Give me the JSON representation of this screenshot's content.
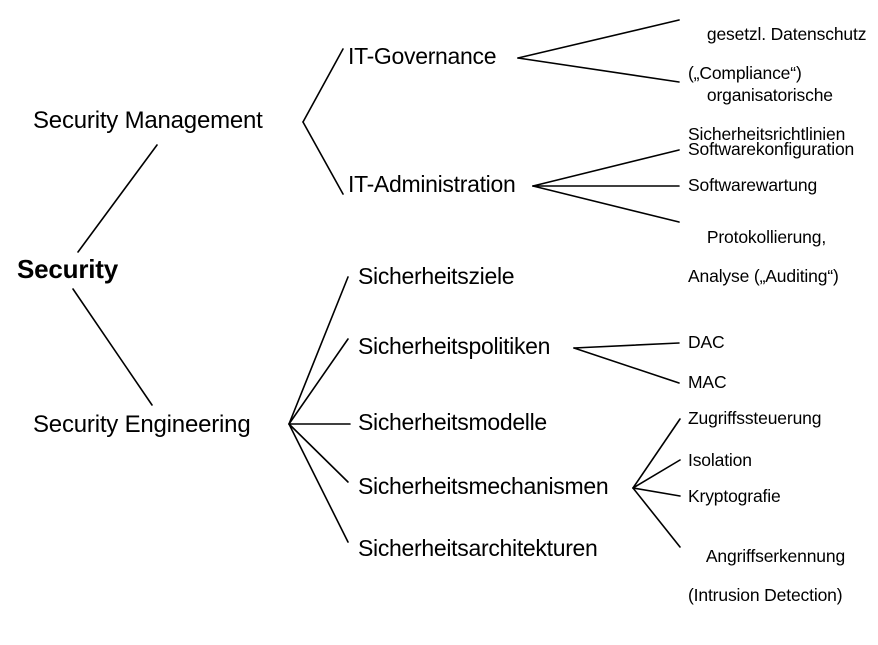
{
  "diagram": {
    "type": "tree",
    "title": "Security",
    "orientation": "left-to-right",
    "background_color": "#ffffff",
    "line_color": "#000000",
    "text_color": "#000000",
    "root": {
      "id": "security",
      "label": "Security",
      "bold": true
    },
    "nodes": [
      {
        "id": "security-management",
        "label": "Security Management",
        "level": 1,
        "parent": "security"
      },
      {
        "id": "security-engineering",
        "label": "Security Engineering",
        "level": 1,
        "parent": "security"
      },
      {
        "id": "it-governance",
        "label": "IT-Governance",
        "level": 2,
        "parent": "security-management"
      },
      {
        "id": "it-administration",
        "label": "IT-Administration",
        "level": 2,
        "parent": "security-management"
      },
      {
        "id": "sicherheitsziele",
        "label": "Sicherheitsziele",
        "level": 2,
        "parent": "security-engineering"
      },
      {
        "id": "sicherheitspolitiken",
        "label": "Sicherheitspolitiken",
        "level": 2,
        "parent": "security-engineering"
      },
      {
        "id": "sicherheitsmodelle",
        "label": "Sicherheitsmodelle",
        "level": 2,
        "parent": "security-engineering"
      },
      {
        "id": "sicherheitsmechanismen",
        "label": "Sicherheitsmechanismen",
        "level": 2,
        "parent": "security-engineering"
      },
      {
        "id": "sicherheitsarchitekturen",
        "label": "Sicherheitsarchitekturen",
        "level": 2,
        "parent": "security-engineering"
      },
      {
        "id": "gesetzl-datenschutz",
        "label": "gesetzl. Datenschutz",
        "label_line2": "(„Compliance“)",
        "level": 3,
        "parent": "it-governance"
      },
      {
        "id": "organisatorische-richtlinien",
        "label": "organisatorische",
        "label_line2": "Sicherheitsrichtlinien",
        "level": 3,
        "parent": "it-governance"
      },
      {
        "id": "softwarekonfiguration",
        "label": "Softwarekonfiguration",
        "level": 3,
        "parent": "it-administration"
      },
      {
        "id": "softwarewartung",
        "label": "Softwarewartung",
        "level": 3,
        "parent": "it-administration"
      },
      {
        "id": "protokollierung",
        "label": "Protokollierung,",
        "label_line2": "Analyse („Auditing“)",
        "level": 3,
        "parent": "it-administration"
      },
      {
        "id": "dac",
        "label": "DAC",
        "level": 3,
        "parent": "sicherheitspolitiken"
      },
      {
        "id": "mac",
        "label": "MAC",
        "level": 3,
        "parent": "sicherheitspolitiken"
      },
      {
        "id": "zugriffssteuerung",
        "label": "Zugriffssteuerung",
        "level": 3,
        "parent": "sicherheitsmechanismen"
      },
      {
        "id": "isolation",
        "label": "Isolation",
        "level": 3,
        "parent": "sicherheitsmechanismen"
      },
      {
        "id": "kryptografie",
        "label": "Kryptografie",
        "level": 3,
        "parent": "sicherheitsmechanismen"
      },
      {
        "id": "angriffserkennung",
        "label": "Angriffserkennung",
        "label_line2": "(Intrusion Detection)",
        "level": 3,
        "parent": "sicherheitsmechanismen"
      }
    ]
  }
}
